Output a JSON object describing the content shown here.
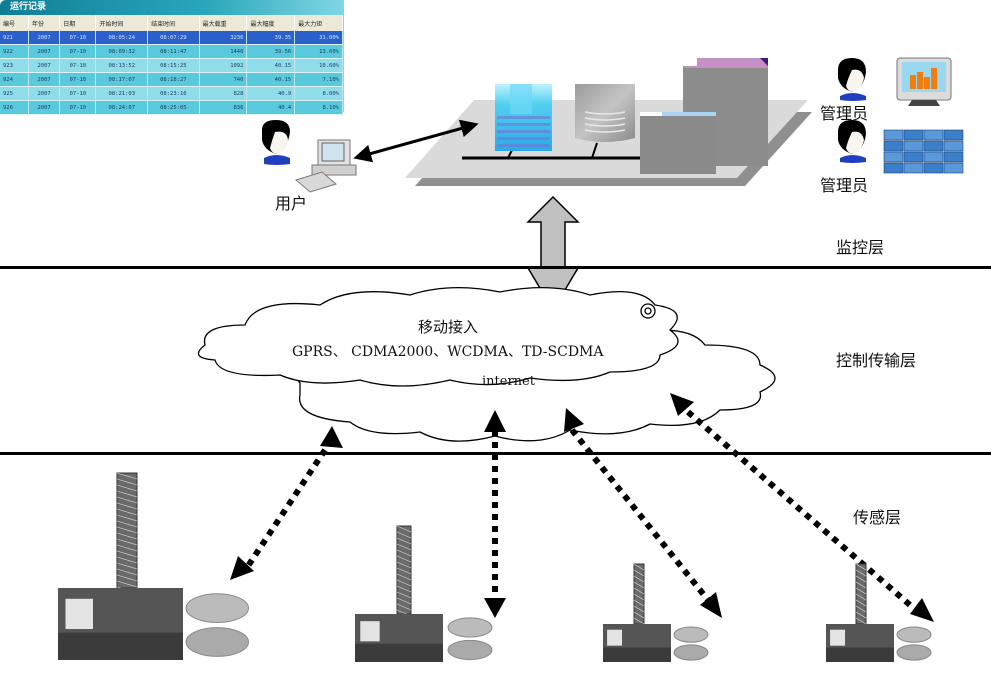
{
  "record_table": {
    "title": "运行记录",
    "columns": [
      "编号",
      "年份",
      "日期",
      "开始时间",
      "结束时间",
      "最大载重",
      "最大幅度",
      "最大力矩"
    ],
    "rows": [
      [
        "921",
        "2007",
        "07-10",
        "08:05:24",
        "08:07:29",
        "3236",
        "39.35",
        "31.00%"
      ],
      [
        "922",
        "2007",
        "07-10",
        "08:09:32",
        "08:11:47",
        "1440",
        "39.56",
        "13.60%"
      ],
      [
        "923",
        "2007",
        "07-10",
        "08:13:52",
        "08:15:25",
        "1092",
        "40.15",
        "10.60%"
      ],
      [
        "924",
        "2007",
        "07-10",
        "08:17:07",
        "08:18:27",
        "740",
        "40.15",
        "7.10%"
      ],
      [
        "925",
        "2007",
        "07-10",
        "08:21:03",
        "08:23:16",
        "828",
        "40.9",
        "8.00%"
      ],
      [
        "926",
        "2007",
        "07-10",
        "08:24:07",
        "08:25:05",
        "836",
        "40.4",
        "8.10%"
      ]
    ],
    "selected_row": 0
  },
  "actors": {
    "user_label": "用户",
    "admin1_label": "管理员",
    "admin2_label": "管理员"
  },
  "layers": {
    "monitor": "监控层",
    "transport": "控制传输层",
    "sensor": "传感层"
  },
  "cloud": {
    "title": "移动接入",
    "protocols": "GPRS、 CDMA2000、WCDMA、TD-SCDMA",
    "internet": "internet"
  },
  "colors": {
    "table_header": "#1a8fa6",
    "selected_row": "#2b5fc9",
    "row_a": "#59c9de",
    "row_b": "#8fdcea",
    "platform": "#d8d8d8",
    "double_arrow": "#c0c0c0"
  }
}
